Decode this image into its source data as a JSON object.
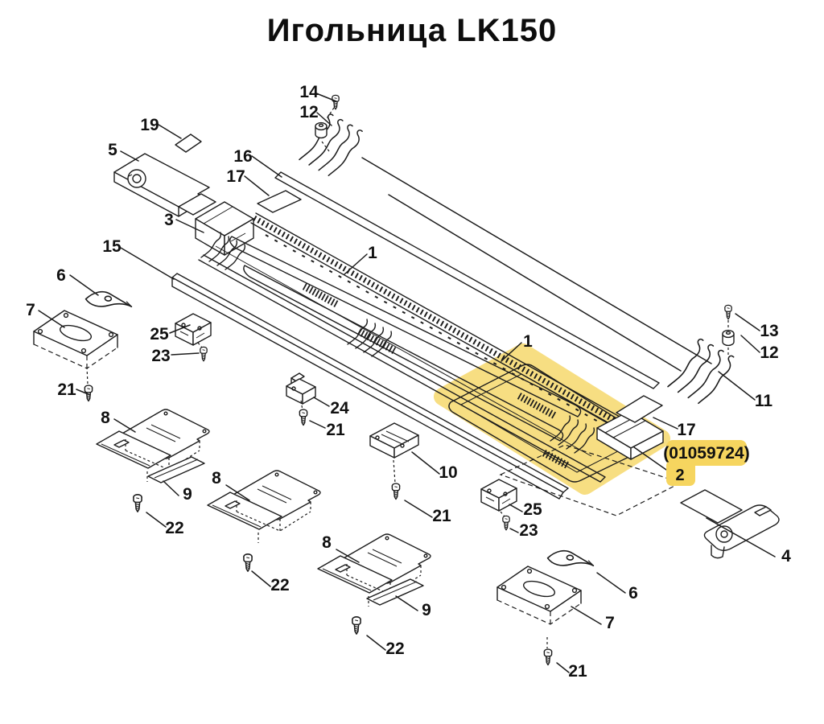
{
  "title": "Игольница LK150",
  "badge": {
    "code": "(01059724)",
    "number": "2"
  },
  "colors": {
    "highlight": "#F6D55F",
    "ink": "#1c1c1c",
    "background": "#ffffff"
  },
  "labels": {
    "l14": "14",
    "l12a": "12",
    "l19": "19",
    "l5": "5",
    "l16": "16",
    "l17a": "17",
    "l3": "3",
    "l1a": "1",
    "l15": "15",
    "l6a": "6",
    "l7a": "7",
    "l25a": "25",
    "l23a": "23",
    "l13": "13",
    "l12b": "12",
    "l11": "11",
    "l21a": "21",
    "l8a": "8",
    "l24": "24",
    "l21b": "21",
    "l1b": "1",
    "l17b": "17",
    "l9a": "9",
    "l22a": "22",
    "l8b": "8",
    "l10": "10",
    "l21c": "21",
    "l25b": "25",
    "l23b": "23",
    "l22b": "22",
    "l8c": "8",
    "l9b": "9",
    "l6b": "6",
    "l4": "4",
    "l7b": "7",
    "l22c": "22",
    "l21d": "21"
  }
}
